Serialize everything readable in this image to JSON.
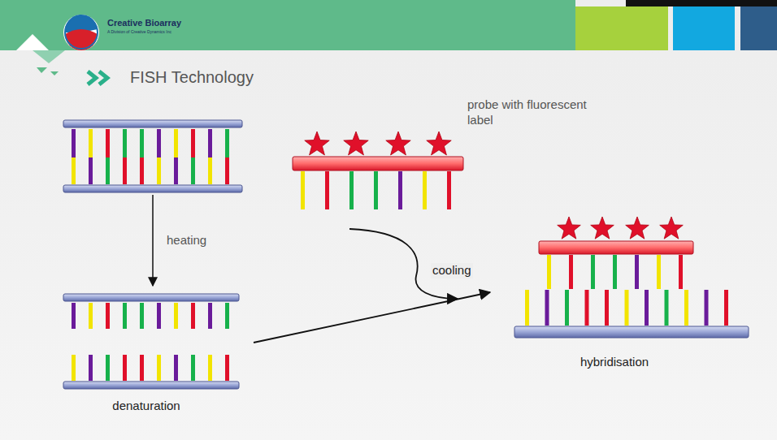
{
  "diagram": {
    "title": "FISH Technology",
    "labels": [
      "Creative Bioarray",
      "A Division of Creative Dynamics Inc",
      "probe with fluorescent label",
      "heating",
      "cooling",
      "denaturation",
      "hybridisation"
    ]
  }
}
